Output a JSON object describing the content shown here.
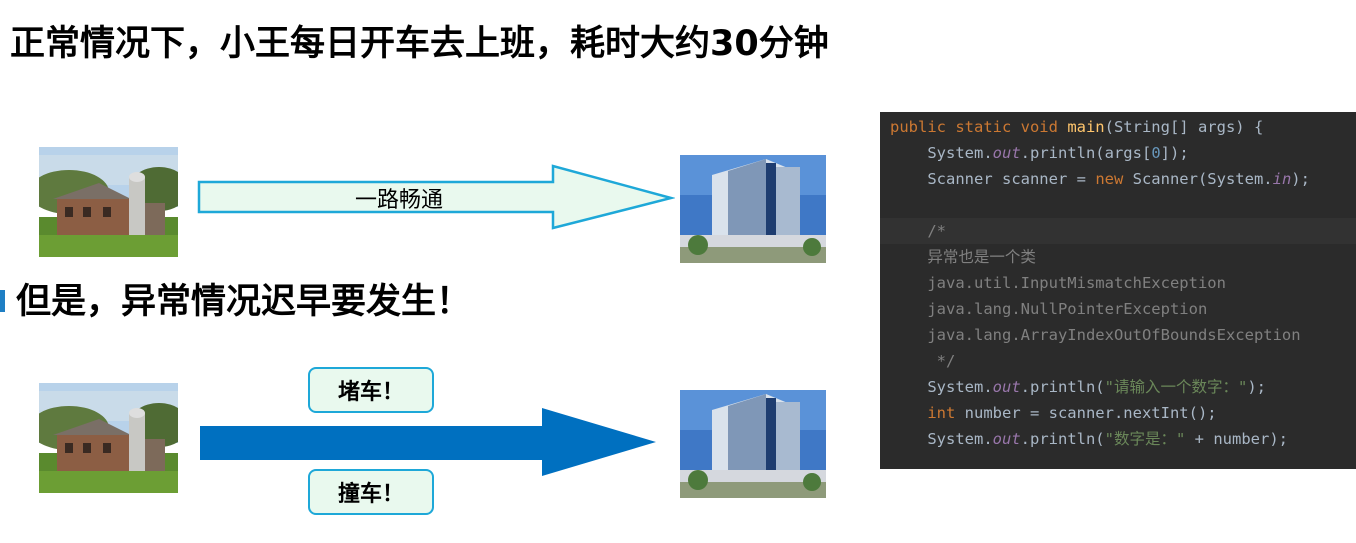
{
  "slide": {
    "title": "正常情况下，小王每日开车去上班，耗时大约30分钟",
    "subtitle": "但是，异常情况迟早要发生！",
    "arrow_label": "一路畅通",
    "callouts": [
      "堵车！",
      "撞车！"
    ]
  },
  "code": {
    "line1": {
      "kw": "public static void ",
      "fn": "main",
      "rest": "(String[] args) {"
    },
    "line2": {
      "a": "    System.",
      "f": "out",
      "b": ".println(args[",
      "n": "0",
      "c": "]);"
    },
    "line3": {
      "a": "    Scanner scanner = ",
      "kw": "new",
      "b": " Scanner(System.",
      "f": "in",
      "c": ");"
    },
    "comment": [
      "    /*",
      "    异常也是一个类",
      "    java.util.InputMismatchException",
      "    java.lang.NullPointerException",
      "    java.lang.ArrayIndexOutOfBoundsException",
      "     */"
    ],
    "line4": {
      "a": "    System.",
      "f": "out",
      "b": ".println(",
      "s": "\"请输入一个数字：\"",
      "c": ");"
    },
    "line5": {
      "kw": "    int",
      "b": " number = scanner.nextInt();"
    },
    "line6": {
      "a": "    System.",
      "f": "out",
      "b": ".println(",
      "s": "\"数字是：\"",
      "c": " + number);"
    }
  },
  "colors": {
    "code_bg": "#2b2b2b",
    "keyword": "#cc7832",
    "method": "#ffc66d",
    "field": "#9876aa",
    "number": "#6897bb",
    "string": "#6a8759",
    "comment": "#808080",
    "blue_arrow": "#0070c0",
    "light_arrow_fill": "#e9f9ee",
    "light_arrow_border": "#1ea8d8"
  },
  "images": {
    "farm": "farmhouse-photo",
    "office": "office-building-photo"
  }
}
